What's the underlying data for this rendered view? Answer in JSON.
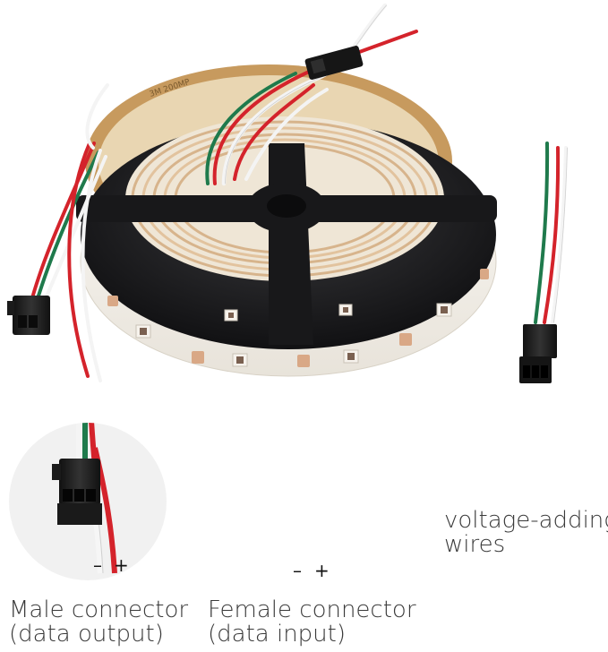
{
  "labels": {
    "male_line1": "Male connector",
    "male_line2": "(data output)",
    "female_line1": "Female connector",
    "female_line2": "(data input)",
    "wires_line1": "voltage-adding",
    "wires_line2": "wires"
  },
  "polarity": {
    "minus": "–",
    "plus": "+"
  },
  "reel_markings": {
    "tape_text": "3M 200MP"
  },
  "colors": {
    "reel": "#1c1c1e",
    "strip": "#f3f0ea",
    "copper": "#d9a886",
    "wire_red": "#d4232b",
    "wire_green": "#1f7a4c",
    "wire_white": "#f4f4f4",
    "connector": "#222222",
    "pointer": "#d4232b",
    "label_text": "#3a3a3a"
  }
}
